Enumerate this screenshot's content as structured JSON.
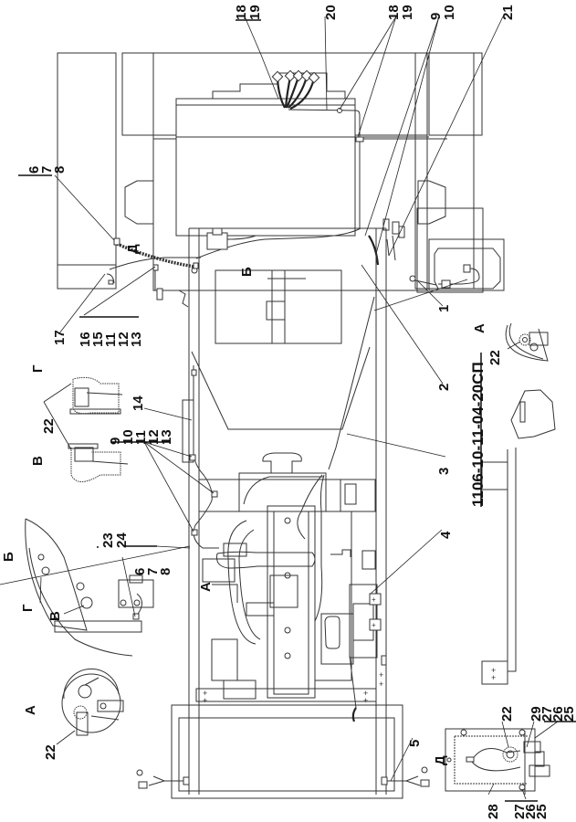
{
  "drawing": {
    "document_number": "1106-10-11-04-20СП",
    "orientation": "rotated-90-ccw",
    "views": [
      {
        "id": "A_right",
        "label": "А"
      },
      {
        "id": "A_left",
        "label": "А"
      },
      {
        "id": "B",
        "label": "Б"
      },
      {
        "id": "V",
        "label": "В"
      },
      {
        "id": "G",
        "label": "Г"
      },
      {
        "id": "D",
        "label": "Д"
      }
    ],
    "view_refs": {
      "arrow_D": "Д",
      "arrow_B": "Б",
      "arrow_A": "А",
      "detail_G": "Г",
      "detail_V": "В"
    },
    "callouts": {
      "c18_19_left": [
        "18",
        "19"
      ],
      "c20": [
        "20"
      ],
      "c18_19_right": [
        "18",
        "19"
      ],
      "c9_10_top": [
        "9",
        "10"
      ],
      "c21": [
        "21"
      ],
      "c6_7_8_top": [
        "6",
        "7",
        "8"
      ],
      "c17": [
        "17"
      ],
      "c16_15_11_12_13": [
        "16",
        "15",
        "11",
        "12",
        "13"
      ],
      "c1": [
        "1"
      ],
      "c2": [
        "2"
      ],
      "c3": [
        "3"
      ],
      "c4": [
        "4"
      ],
      "c5": [
        "5"
      ],
      "c14": [
        "14"
      ],
      "c9_10_11_12_13": [
        "9",
        "10",
        "11",
        "12",
        "13"
      ],
      "c6_7_8_mid": [
        "6",
        "7",
        "8"
      ],
      "c23_24": [
        "23",
        "24"
      ],
      "c22_A_right": [
        "22"
      ],
      "c22_GV": [
        "22"
      ],
      "c22_A_left": [
        "22"
      ],
      "c22_D": [
        "22"
      ],
      "c29": [
        "29"
      ],
      "c27_26_25_top": [
        "27",
        "26",
        "25"
      ],
      "c27_26_25_bot": [
        "27",
        "26",
        "25"
      ],
      "c28": [
        "28"
      ]
    },
    "terminal_marks": "+ +"
  }
}
